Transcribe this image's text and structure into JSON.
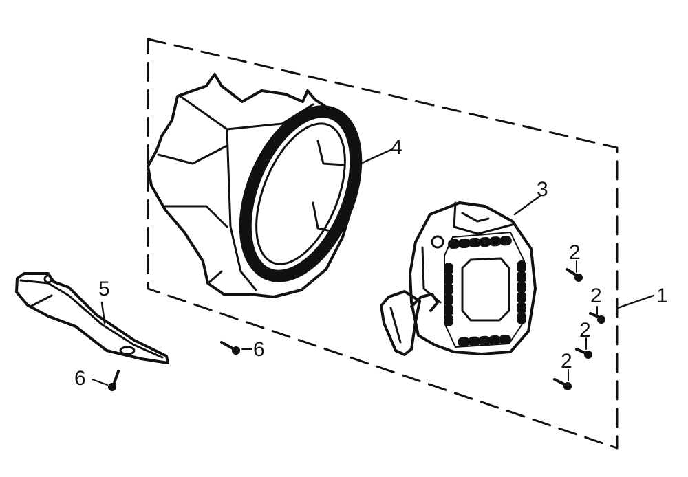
{
  "callouts": {
    "c1": "1",
    "c2a": "2",
    "c2b": "2",
    "c2c": "2",
    "c2d": "2",
    "c3": "3",
    "c4": "4",
    "c5": "5",
    "c6a": "6",
    "c6b": "6"
  },
  "colors": {
    "ink": "#111111",
    "background": "#ffffff"
  }
}
